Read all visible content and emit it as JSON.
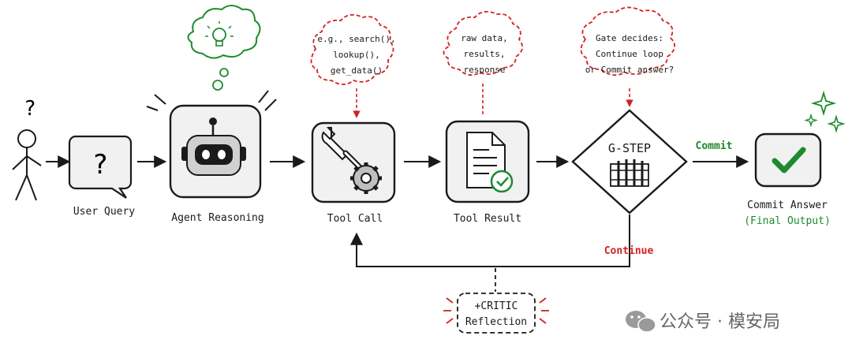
{
  "nodes": {
    "user_query": "User Query",
    "agent_reasoning": "Agent Reasoning",
    "tool_call": "Tool Call",
    "tool_result": "Tool Result",
    "gstep": "G-STEP",
    "commit_answer": "Commit Answer",
    "final_output": "(Final Output)"
  },
  "clouds": {
    "tool_call": [
      "e.g., search(),",
      "lookup(),",
      "get_data()"
    ],
    "tool_result": [
      "raw data,",
      "results,",
      "response"
    ],
    "gstep": [
      "Gate decides:",
      "Continue loop",
      "or Commit answer?"
    ]
  },
  "edges": {
    "commit": "Commit",
    "continue": "Continue"
  },
  "critic": [
    "+CRITIC",
    "Reflection"
  ],
  "symbols": {
    "question": "?"
  },
  "watermark": "公众号 · 模安局",
  "colors": {
    "red": "#d32222",
    "green": "#1e8a2e",
    "ink": "#1a1a1a",
    "box_fill": "#f1f1f1"
  }
}
